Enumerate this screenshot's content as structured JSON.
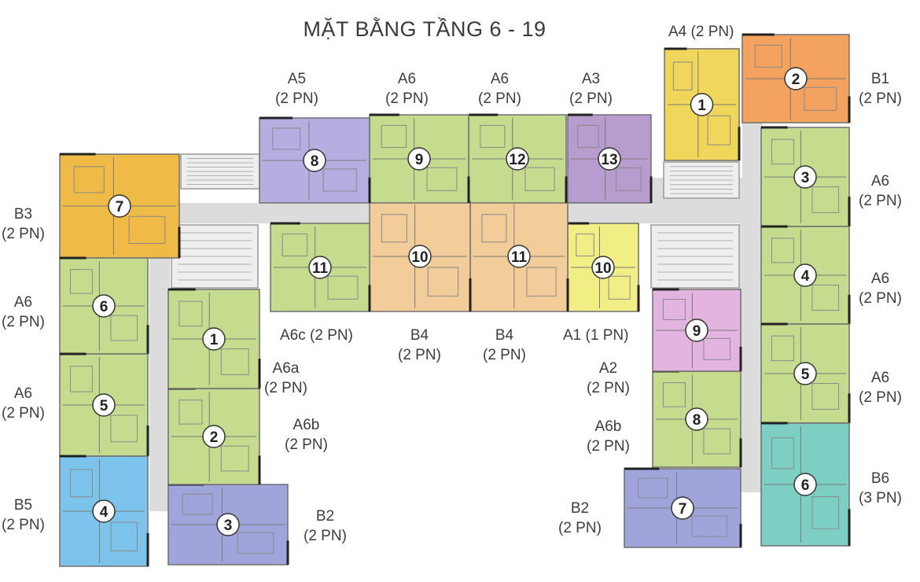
{
  "title": "MẶT BẰNG TẦNG 6 - 19",
  "colors": {
    "corridor": "#dcdcdc",
    "A6": "#c5dc8f",
    "A6a": "#6cc27f",
    "A1": "#f2ee86",
    "A2": "#e3b4e0",
    "A3": "#b79ccf",
    "A4": "#f0d65a",
    "A5": "#b4afe0",
    "B1": "#f3a35f",
    "B2": "#9fa5da",
    "B3": "#efba45",
    "B4": "#f2cd9a",
    "B5": "#7dc4ec",
    "B6": "#7dcfc4",
    "core": "#eeeeee"
  },
  "units": [
    {
      "num": "1",
      "type": "A4"
    },
    {
      "num": "2",
      "type": "B1"
    },
    {
      "num": "3",
      "type": "A6"
    },
    {
      "num": "4",
      "type": "A6"
    },
    {
      "num": "5",
      "type": "A6"
    },
    {
      "num": "6",
      "type": "B6"
    },
    {
      "num": "7",
      "type": "B2"
    },
    {
      "num": "8",
      "type": "A6"
    },
    {
      "num": "9",
      "type": "A2"
    },
    {
      "num": "10",
      "type": "A1"
    },
    {
      "num": "11",
      "type": "B4"
    },
    {
      "num": "12",
      "type": "A6"
    },
    {
      "num": "13",
      "type": "A3"
    },
    {
      "num": "10",
      "type": "B4"
    },
    {
      "num": "11",
      "type": "A6"
    },
    {
      "num": "9",
      "type": "A6"
    },
    {
      "num": "8",
      "type": "A5"
    },
    {
      "num": "7",
      "type": "B3"
    },
    {
      "num": "6",
      "type": "A6"
    },
    {
      "num": "5",
      "type": "A6"
    },
    {
      "num": "4",
      "type": "B5"
    },
    {
      "num": "3",
      "type": "B2"
    },
    {
      "num": "2",
      "type": "A6"
    },
    {
      "num": "1",
      "type": "A6"
    }
  ],
  "labels": [
    {
      "line1": "A4 (2 PN)",
      "line2": ""
    },
    {
      "line1": "B1",
      "line2": "(2 PN)"
    },
    {
      "line1": "A6",
      "line2": "(2 PN)"
    },
    {
      "line1": "A6",
      "line2": "(2 PN)"
    },
    {
      "line1": "A6",
      "line2": "(2 PN)"
    },
    {
      "line1": "B6",
      "line2": "(3 PN)"
    },
    {
      "line1": "B2",
      "line2": "(2 PN)"
    },
    {
      "line1": "A6b",
      "line2": "(2 PN)"
    },
    {
      "line1": "A2",
      "line2": "(2 PN)"
    },
    {
      "line1": "A1 (1 PN)",
      "line2": ""
    },
    {
      "line1": "B4",
      "line2": "(2 PN)"
    },
    {
      "line1": "B4",
      "line2": "(2 PN)"
    },
    {
      "line1": "A6c (2 PN)",
      "line2": ""
    },
    {
      "line1": "A3",
      "line2": "(2 PN)"
    },
    {
      "line1": "A6",
      "line2": "(2 PN)"
    },
    {
      "line1": "A6",
      "line2": "(2 PN)"
    },
    {
      "line1": "A5",
      "line2": "(2 PN)"
    },
    {
      "line1": "B3",
      "line2": "(2 PN)"
    },
    {
      "line1": "A6",
      "line2": "(2 PN)"
    },
    {
      "line1": "A6",
      "line2": "(2 PN)"
    },
    {
      "line1": "B5",
      "line2": "(2 PN)"
    },
    {
      "line1": "B2",
      "line2": "(2 PN)"
    },
    {
      "line1": "A6b",
      "line2": "(2 PN)"
    },
    {
      "line1": "A6a",
      "line2": "(2 PN)"
    }
  ]
}
